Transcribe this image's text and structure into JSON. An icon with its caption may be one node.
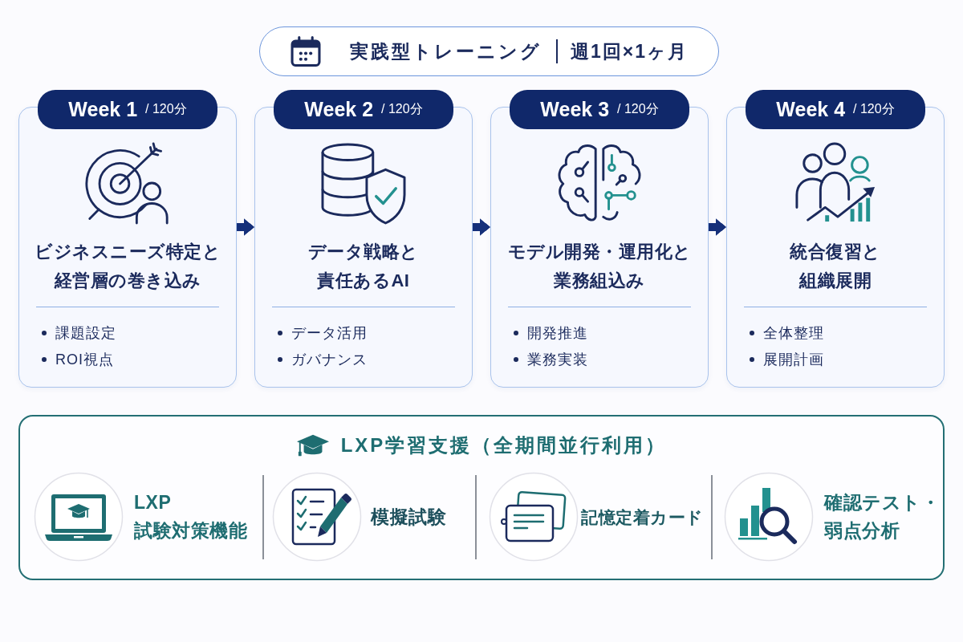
{
  "diagram": {
    "nodes": [
      {
        "text": [
          "実践型トレーニング",
          "週1回×1ヶ月"
        ]
      },
      {
        "text": [
          "Week 1",
          "/ 120分"
        ]
      },
      {
        "text": [
          "ビジネスニーズ特定と経営層の巻き込み",
          "課題設定",
          "ROI視点"
        ]
      },
      {
        "text": [
          "Week 2",
          "/ 120分"
        ]
      },
      {
        "text": [
          "データ戦略と責任あるAI",
          "データ活用",
          "ガバナンス"
        ]
      },
      {
        "text": [
          "Week 3",
          "/ 120分"
        ]
      },
      {
        "text": [
          "モデル開発・運用化と業務組込み",
          "開発推進",
          "業務実装"
        ]
      },
      {
        "text": [
          "Week 4",
          "/ 120分"
        ]
      },
      {
        "text": [
          "統合復習と組織展開",
          "全体整理",
          "展開計画"
        ]
      },
      {
        "text": [
          "LXP学習支援（全期間並行利用）"
        ]
      }
    ],
    "edges": [
      {
        "from": 2,
        "to": 4,
        "arrow": "to"
      },
      {
        "from": 4,
        "to": 6,
        "arrow": "to"
      },
      {
        "from": 6,
        "to": 8,
        "arrow": "to"
      }
    ],
    "labels": [
      "LXP",
      "試験対策機能",
      "模擬試験",
      "記憶定着カード",
      "確認テスト・弱点分析"
    ]
  }
}
